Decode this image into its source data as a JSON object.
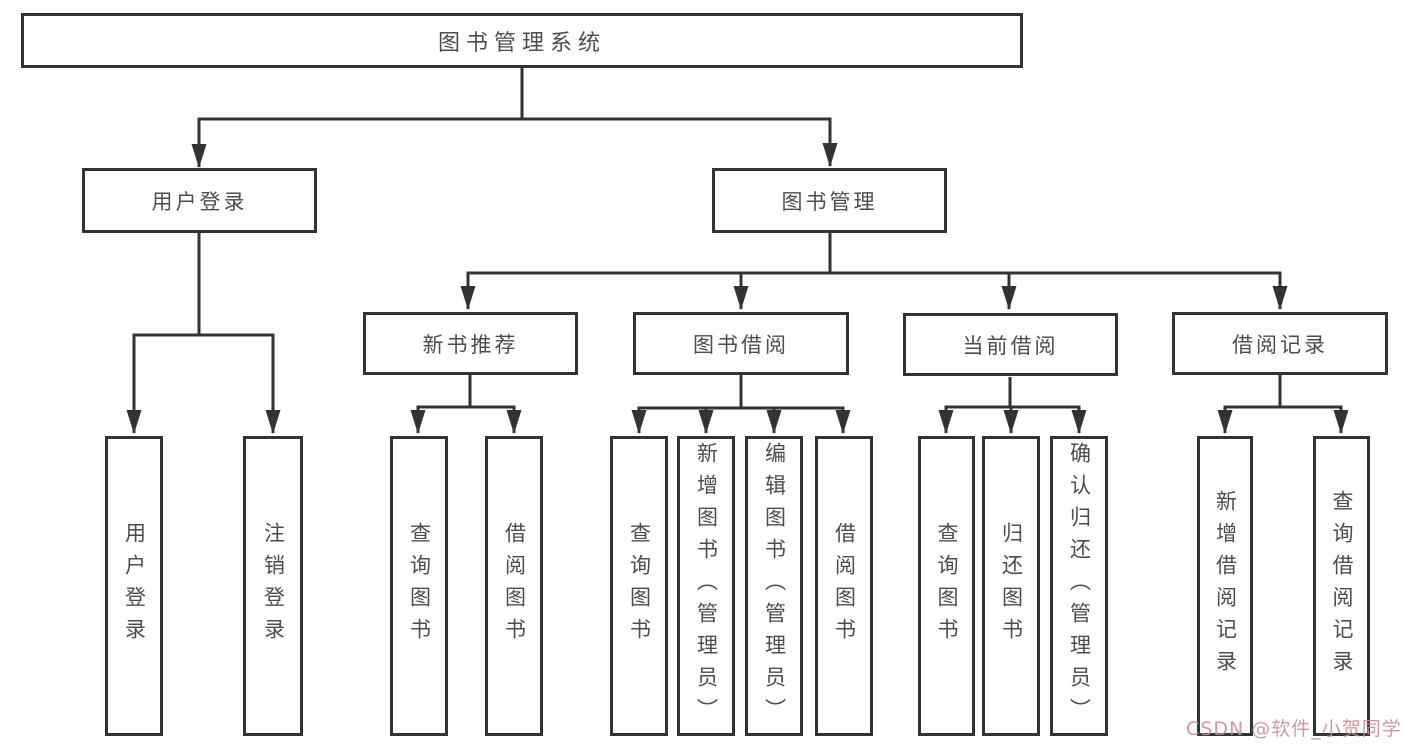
{
  "diagram_title": "图书管理系统",
  "tree": {
    "label": "图书管理系统",
    "children": [
      {
        "label": "用户登录",
        "children": [
          {
            "label": "用户登录"
          },
          {
            "label": "注销登录"
          }
        ]
      },
      {
        "label": "图书管理",
        "children": [
          {
            "label": "新书推荐",
            "children": [
              {
                "label": "查询图书"
              },
              {
                "label": "借阅图书"
              }
            ]
          },
          {
            "label": "图书借阅",
            "children": [
              {
                "label": "查询图书"
              },
              {
                "label": "新增图书（管理员）"
              },
              {
                "label": "编辑图书（管理员）"
              },
              {
                "label": "借阅图书"
              }
            ]
          },
          {
            "label": "当前借阅",
            "children": [
              {
                "label": "查询图书"
              },
              {
                "label": "归还图书"
              },
              {
                "label": "确认归还（管理员）"
              }
            ]
          },
          {
            "label": "借阅记录",
            "children": [
              {
                "label": "新增借阅记录"
              },
              {
                "label": "查询借阅记录"
              }
            ]
          }
        ]
      }
    ]
  },
  "watermark": {
    "text": "CSDN @软件_小贺同学"
  },
  "colors": {
    "line": "#333333",
    "box_border": "#333333",
    "label_text": "#4d4d4d",
    "watermark": "#ca8e98",
    "background": "#ffffff"
  }
}
